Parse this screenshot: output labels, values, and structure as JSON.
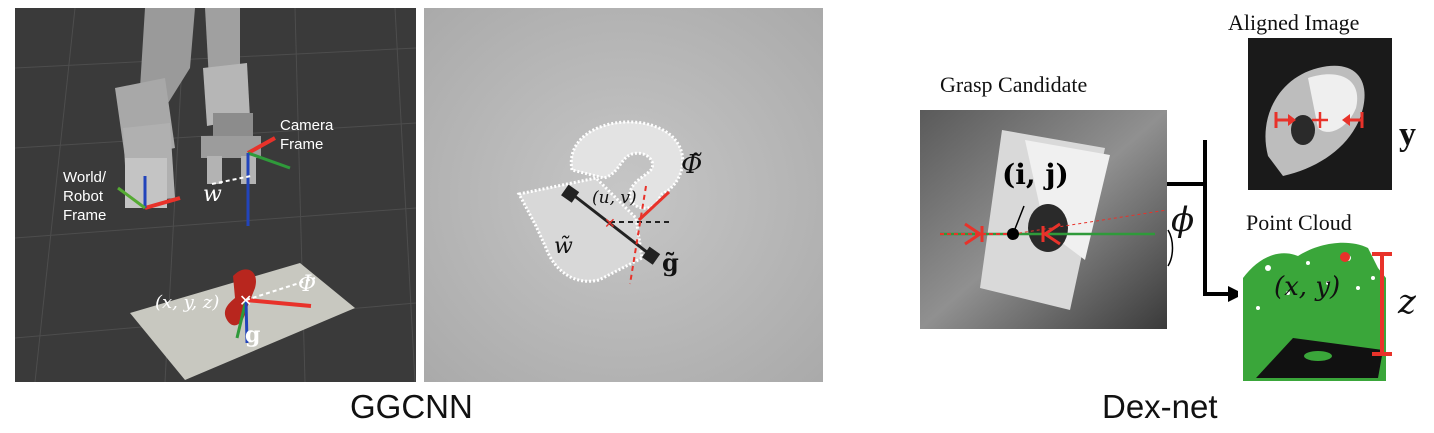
{
  "captions": {
    "left": "GGCNN",
    "right": "Dex-net"
  },
  "robot_scene": {
    "camera_frame_line1": "Camera",
    "camera_frame_line2": "Frame",
    "world_frame_line1": "World/",
    "world_frame_line2": "Robot",
    "world_frame_line3": "Frame",
    "width_symbol": "w",
    "position_label": "(x, y, z)",
    "angle_symbol": "Φ",
    "grasp_symbol": "g"
  },
  "depth_image": {
    "angle_symbol": "Φ̃",
    "center_label": "(u, v)",
    "width_symbol": "w̃",
    "grasp_symbol": "g̃"
  },
  "dexnet": {
    "grasp_candidate_title": "Grasp Candidate",
    "aligned_image_title": "Aligned Image",
    "point_cloud_title": "Point Cloud",
    "ij_label": "(i, j)",
    "phi_label": "ϕ",
    "y_label": "y",
    "xy_label": "(x, y)",
    "z_label": "z"
  },
  "colors": {
    "red": "#e8322a",
    "green": "#2f9a3a",
    "blue": "#2244bb",
    "cloud_green": "#3aa63a"
  }
}
